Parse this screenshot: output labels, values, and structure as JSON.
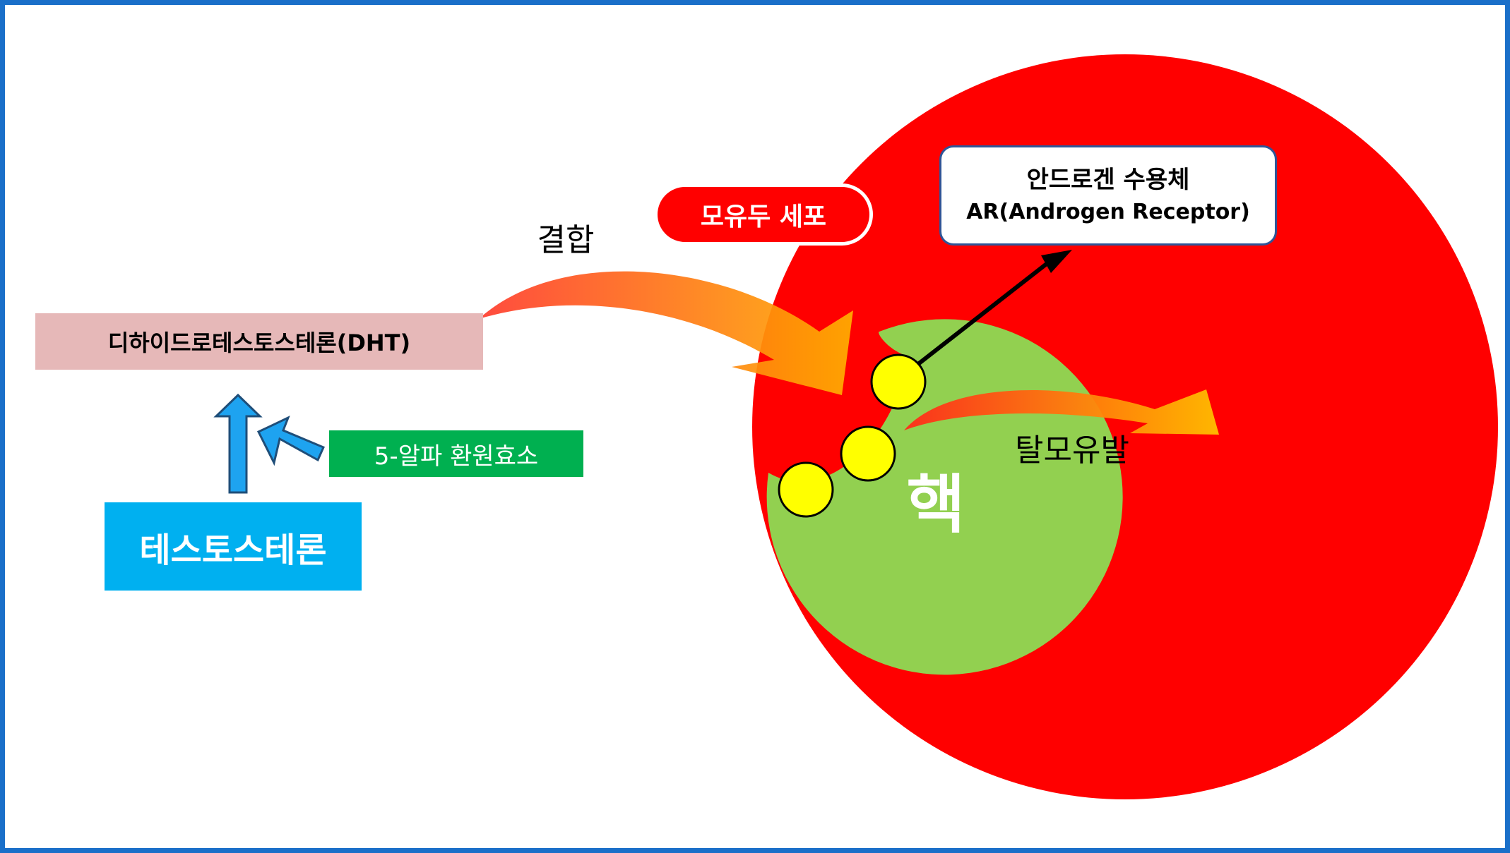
{
  "labels": {
    "dht": "디하이드로테스토스테론(DHT)",
    "testosterone": "테스토스테론",
    "enzyme": "5-알파 환원효소",
    "binding": "결합",
    "hair_cell": "모유두 세포",
    "receptor_ko": "안드로겐 수용체",
    "receptor_en": "AR(Androgen Receptor)",
    "hair_loss": "탈모유발",
    "nucleus": "핵"
  },
  "colors": {
    "frame": "#1a6fc9",
    "cell": "#ff0000",
    "nucleus": "#92d050",
    "receptor_dot": "#ffff00",
    "testosterone_box": "#00b0f0",
    "enzyme_box": "#00b050",
    "dht_box": "#e6b8b8",
    "flow_arrow_start": "#ff3b2e",
    "flow_arrow_end": "#ffc000"
  },
  "icons": {
    "up_arrow": "up-arrow-icon",
    "enzyme_arrow": "diagonal-arrow-icon"
  }
}
